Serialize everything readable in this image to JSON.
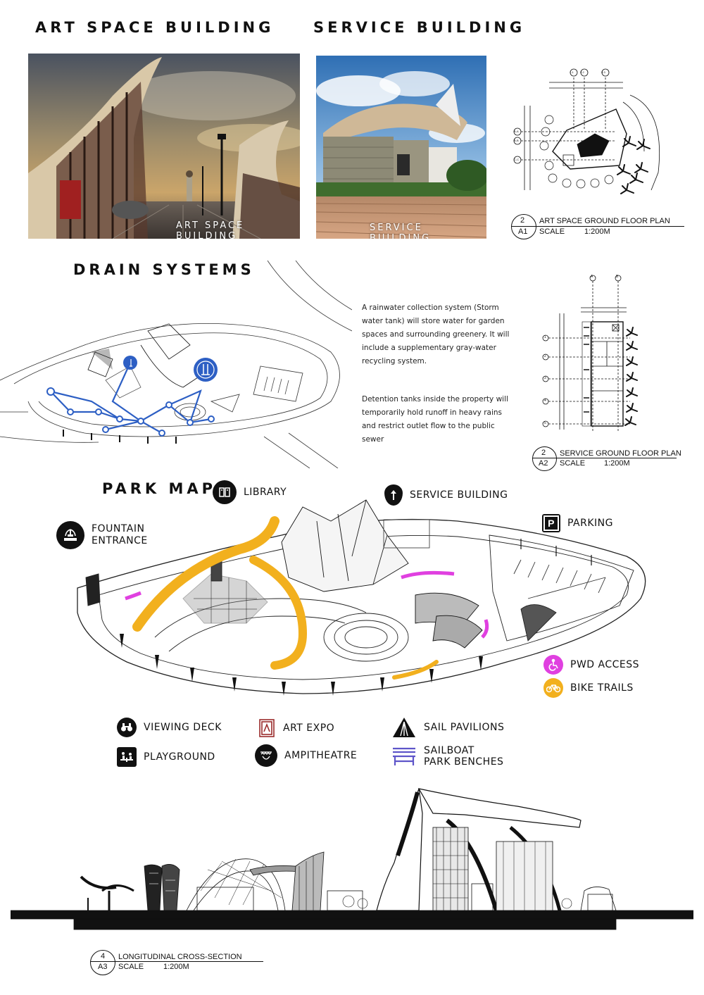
{
  "headings": {
    "art_space": "ART SPACE BUILDING",
    "service": "SERVICE BUILDING",
    "drain": "DRAIN SYSTEMS",
    "park_map": "PARK MAP"
  },
  "photos": {
    "art_caption": "ART SPACE BUILDING",
    "service_caption": "SERVICE BUILDING"
  },
  "plan_tags": {
    "art": {
      "num": "2",
      "sheet": "A1",
      "title": "ART SPACE GROUND FLOOR PLAN",
      "scale_label": "SCALE",
      "scale": "1:200M"
    },
    "service": {
      "num": "2",
      "sheet": "A2",
      "title": "SERVICE GROUND FLOOR PLAN",
      "scale_label": "SCALE",
      "scale": "1:200M"
    },
    "section": {
      "num": "4",
      "sheet": "A3",
      "title": "LONGITUDINAL CROSS-SECTION",
      "scale_label": "SCALE",
      "scale": "1:200M"
    }
  },
  "grid_labels": {
    "art_top": [
      "1-1",
      "2-2",
      "3-3"
    ],
    "art_side": [
      "A-A",
      "B-B",
      "C-C"
    ],
    "service_top": [
      "A",
      "B"
    ],
    "service_side": [
      "1",
      "2",
      "3",
      "4",
      "5"
    ]
  },
  "drain_text": {
    "para1": "A rainwater collection system (Storm water tank) will store water for garden spaces and surrounding greenery. It will include a supplementary gray-water recycling system.",
    "para2": "Detention tanks inside the property will temporarily hold runoff in heavy rains and restrict outlet flow to the public sewer"
  },
  "map_labels": {
    "fountain": "FOUNTAIN\nENTRANCE",
    "library": "LIBRARY",
    "service": "SERVICE BUILDING",
    "parking": "PARKING",
    "pwd": "PWD ACCESS",
    "bike": "BIKE TRAILS"
  },
  "legend": {
    "viewing_deck": "VIEWING DECK",
    "playground": "PLAYGROUND",
    "art_expo": "ART EXPO",
    "ampitheatre": "AMPITHEATRE",
    "sail_pavilions": "SAIL PAVILIONS",
    "benches": "SAILBOAT\nPARK BENCHES"
  },
  "colors": {
    "pwd": "#e040e0",
    "bike": "#f2b01e",
    "drain": "#2d5fc4",
    "bench": "#5e55c9"
  }
}
